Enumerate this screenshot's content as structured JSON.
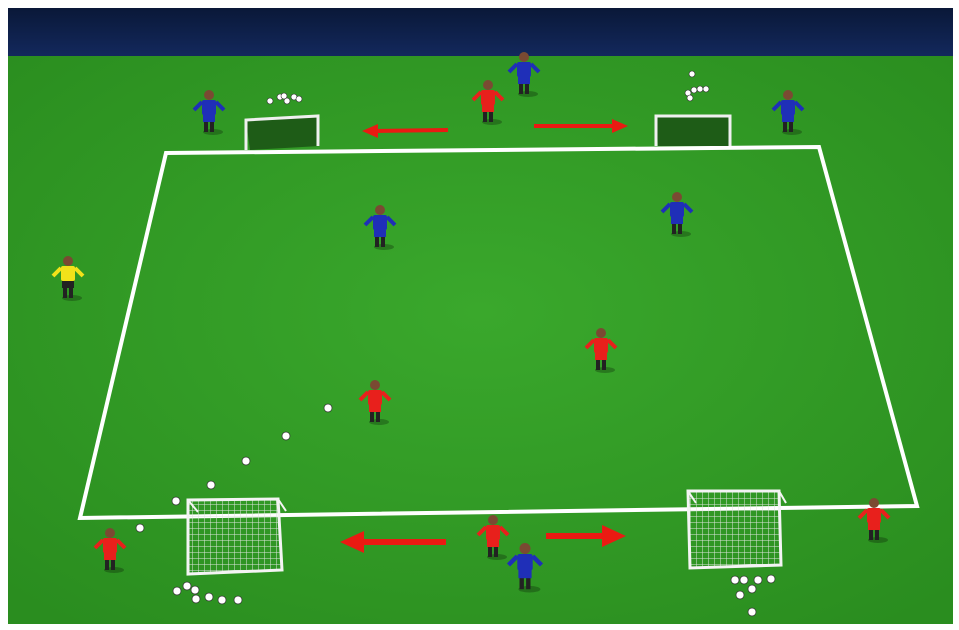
{
  "scene": {
    "type": "soccer-training-drill-diagram",
    "colors": {
      "sky": "#0c1e48",
      "pitch": "#2f9a24",
      "pitch_light": "#38a62b",
      "lines": "#ffffff",
      "team_a": "#e8201c",
      "team_b": "#1f2fb8",
      "neutral": "#f2e21a",
      "arrow": "#ea1a12",
      "goal_net": "#1d5a17"
    },
    "teams": {
      "red": {
        "players_in_grid": 2,
        "players_outside": 4
      },
      "blue": {
        "players_in_grid": 2,
        "players_outside": 4
      },
      "yellow": {
        "players_outside": 1
      }
    },
    "goals": {
      "small_far": 2,
      "mini_near": 2
    },
    "arrows": 4
  }
}
